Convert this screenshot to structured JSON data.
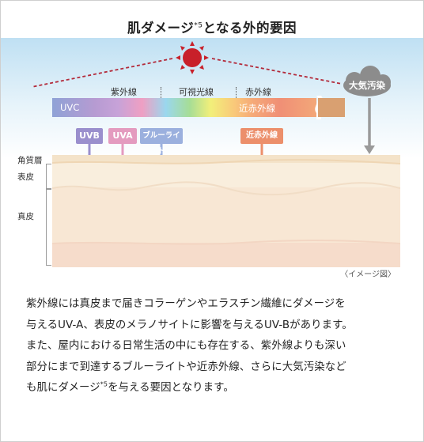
{
  "title": {
    "text": "肌ダメージ",
    "sup": "*5",
    "rest": "となる外的要因"
  },
  "ranges": {
    "uv": "紫外線",
    "visible": "可視光線",
    "infrared": "赤外線"
  },
  "spectrum": {
    "uvc": "UVC",
    "nir": "近赤外線"
  },
  "cloud": {
    "label": "大気汚染"
  },
  "tags": {
    "uvb": "UVB",
    "uva": "UVA",
    "blue": "ブルーライト",
    "nir": "近赤外線"
  },
  "layers": {
    "stratum": "角質層",
    "epidermis": "表皮",
    "dermis": "真皮"
  },
  "caption": "〈イメージ図〉",
  "colors": {
    "uvb": "#9a8fcd",
    "uva": "#e49bbf",
    "blue": "#9bb0de",
    "nir": "#ec8f6b",
    "pollution": "#9a9a9a",
    "sun": "#c8202a",
    "ray": "#b32a3a"
  },
  "body": {
    "line1": "紫外線には真皮まで届きコラーゲンやエラスチン繊維にダメージを",
    "line2": "与えるUV-A、表皮のメラノサイトに影響を与えるUV-Bがあります。",
    "line3": "また、屋内における日常生活の中にも存在する、紫外線よりも深い",
    "line4": "部分にまで到達するブルーライトや近赤外線、さらに大気汚染など",
    "line5a": "も肌にダメージ",
    "line5sup": "*5",
    "line5b": "を与える要因となります。"
  }
}
